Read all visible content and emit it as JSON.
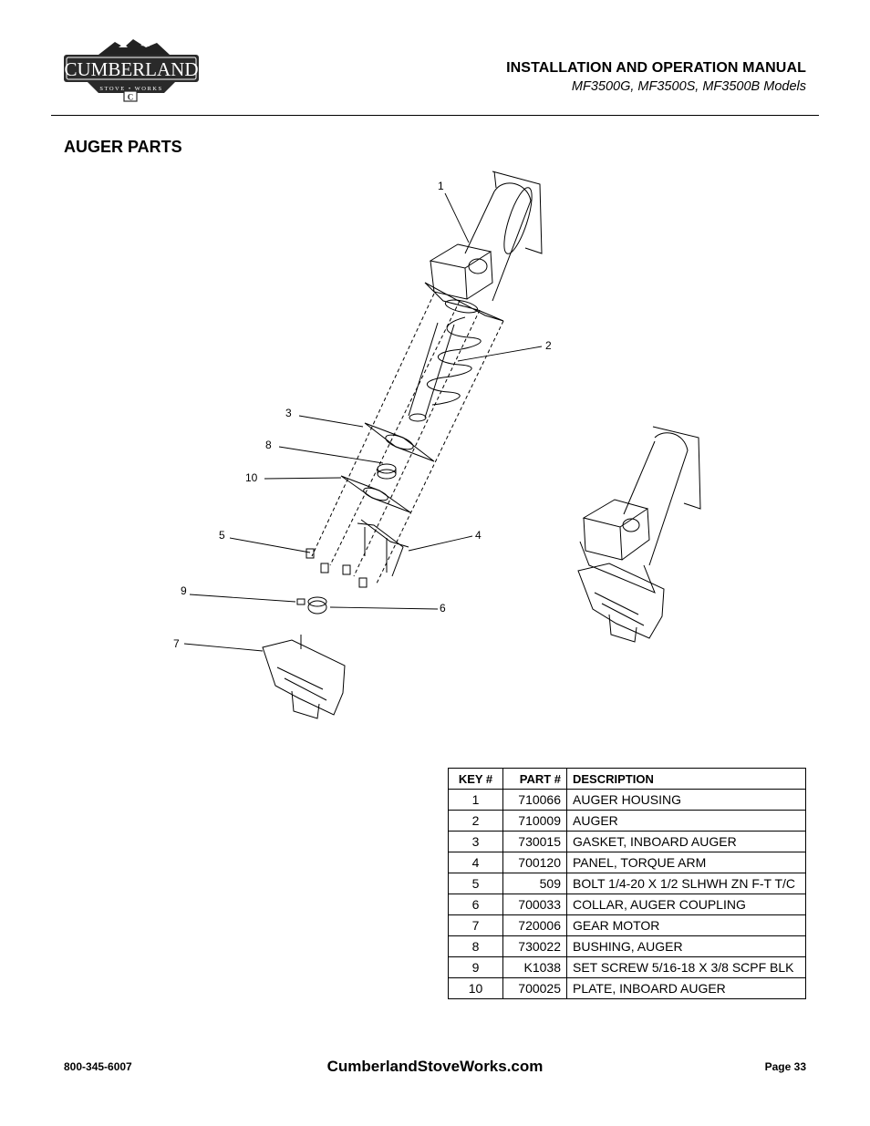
{
  "logo": {
    "brand": "CUMBERLAND",
    "tagline": "STOVE • WORKS",
    "badge": "C"
  },
  "header": {
    "title": "INSTALLATION AND OPERATION MANUAL",
    "subtitle": "MF3500G, MF3500S, MF3500B Models"
  },
  "section": {
    "title": "AUGER PARTS"
  },
  "diagram": {
    "callouts": [
      "1",
      "2",
      "3",
      "4",
      "5",
      "6",
      "7",
      "8",
      "9",
      "10"
    ]
  },
  "parts_table": {
    "headers": [
      "KEY #",
      "PART #",
      "DESCRIPTION"
    ],
    "rows": [
      {
        "key": "1",
        "part": "710066",
        "desc": "AUGER HOUSING"
      },
      {
        "key": "2",
        "part": "710009",
        "desc": "AUGER"
      },
      {
        "key": "3",
        "part": "730015",
        "desc": "GASKET, INBOARD AUGER"
      },
      {
        "key": "4",
        "part": "700120",
        "desc": "PANEL, TORQUE ARM"
      },
      {
        "key": "5",
        "part": "509",
        "desc": "BOLT 1/4-20 X 1/2 SLHWH ZN F-T T/C"
      },
      {
        "key": "6",
        "part": "700033",
        "desc": "COLLAR, AUGER COUPLING"
      },
      {
        "key": "7",
        "part": "720006",
        "desc": "GEAR MOTOR"
      },
      {
        "key": "8",
        "part": "730022",
        "desc": "BUSHING, AUGER"
      },
      {
        "key": "9",
        "part": "K1038",
        "desc": "SET SCREW 5/16-18 X 3/8 SCPF BLK"
      },
      {
        "key": "10",
        "part": "700025",
        "desc": "PLATE, INBOARD AUGER"
      }
    ]
  },
  "footer": {
    "phone": "800-345-6007",
    "website": "CumberlandStoveWorks.com",
    "page": "Page 33"
  }
}
